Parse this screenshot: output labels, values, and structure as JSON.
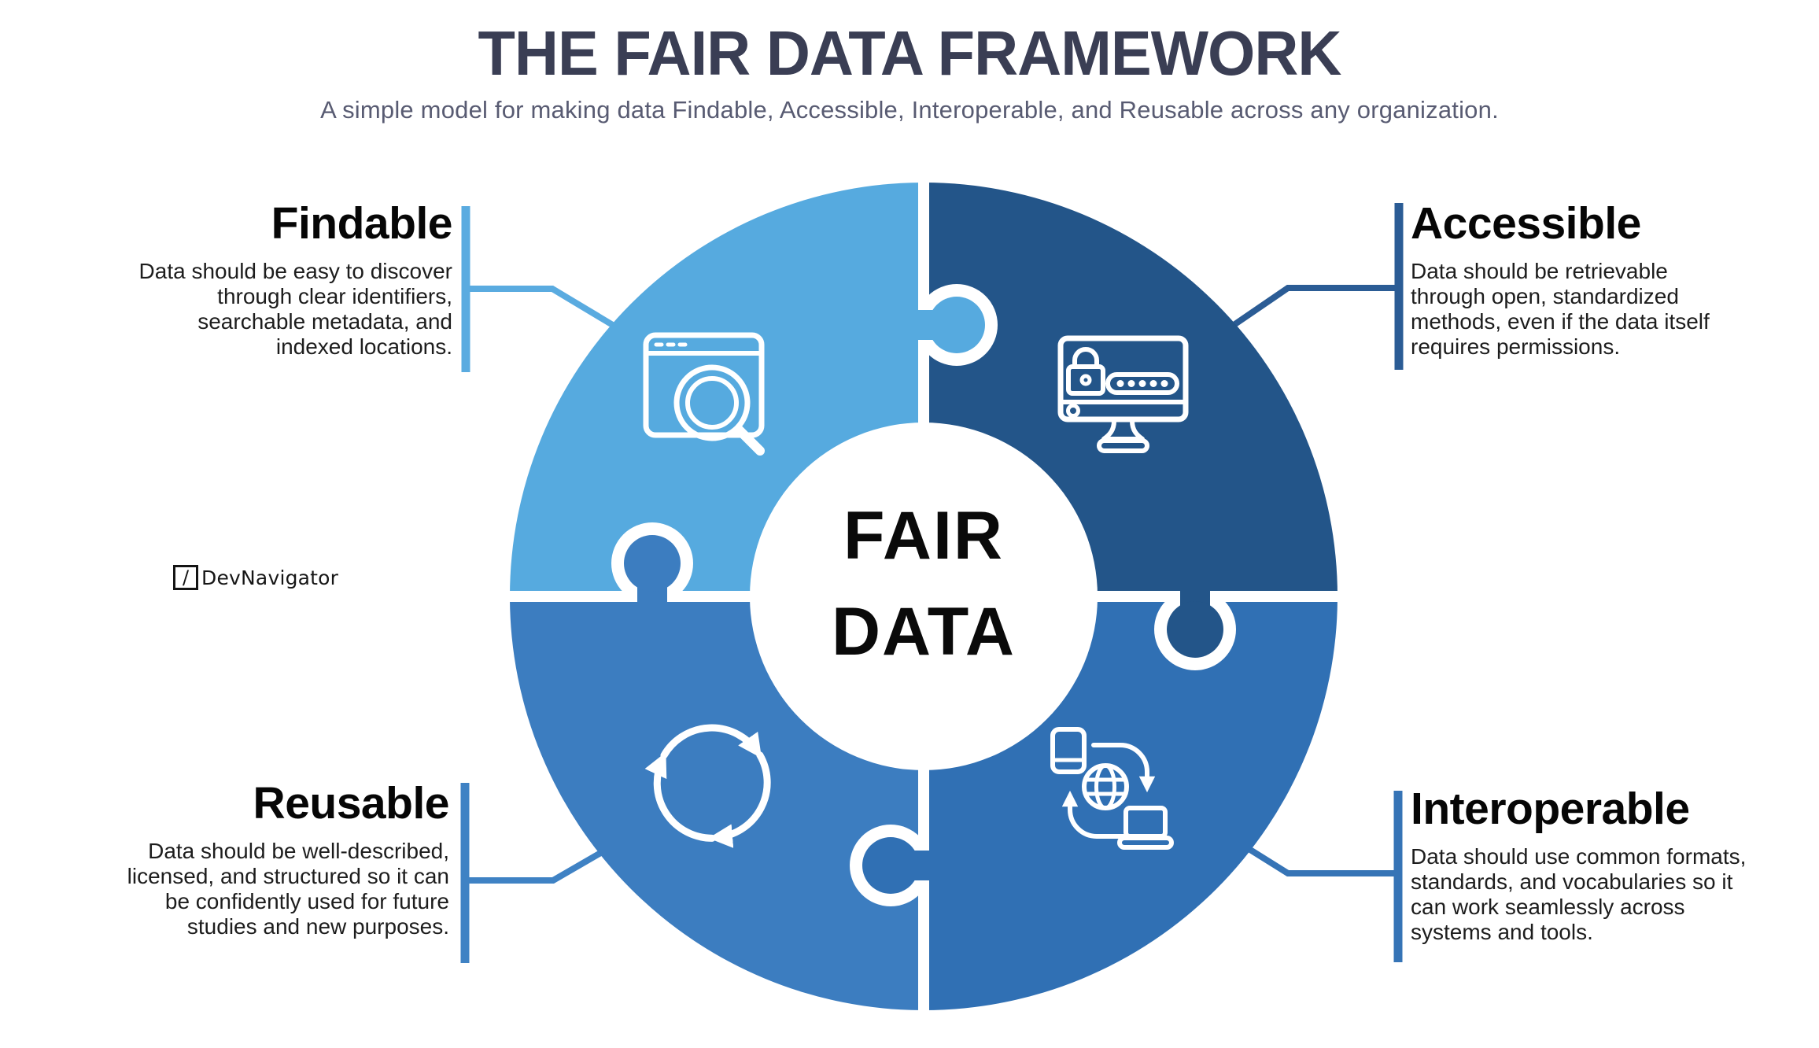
{
  "header": {
    "title": "THE FAIR DATA FRAMEWORK",
    "subtitle": "A simple model for making data Findable, Accessible, Interoperable, and Reusable across any organization."
  },
  "center": {
    "title_line1": "FAIR",
    "title_line2": "DATA"
  },
  "watermark": {
    "slash": "/",
    "brand": "DevNavigator"
  },
  "quadrants": [
    {
      "label": "Findable",
      "description_lines": [
        "Data should be easy to discover",
        "through clear identifiers,",
        "searchable metadata, and",
        "indexed locations."
      ],
      "color": "#56AADF",
      "connector_color": "#5AABE0",
      "icon": "browser-search-icon",
      "position": "top-left"
    },
    {
      "label": "Accessible",
      "description_lines": [
        "Data should be retrievable",
        "through open, standardized",
        "methods, even if the data itself",
        "requires permissions."
      ],
      "color": "#235589",
      "connector_color": "#2B5C95",
      "icon": "monitor-lock-icon",
      "position": "top-right"
    },
    {
      "label": "Interoperable",
      "description_lines": [
        "Data should use common formats,",
        "standards, and vocabularies so it",
        "can work seamlessly across",
        "systems and tools."
      ],
      "color": "#3070B4",
      "connector_color": "#3674B6",
      "icon": "data-exchange-icon",
      "position": "bottom-right"
    },
    {
      "label": "Reusable",
      "description_lines": [
        "Data should be well-described,",
        "licensed, and structured so it can",
        "be confidently used for future",
        "studies and new purposes."
      ],
      "color": "#3C7DC0",
      "connector_color": "#3F82C4",
      "icon": "recycle-icon",
      "position": "bottom-left"
    }
  ]
}
